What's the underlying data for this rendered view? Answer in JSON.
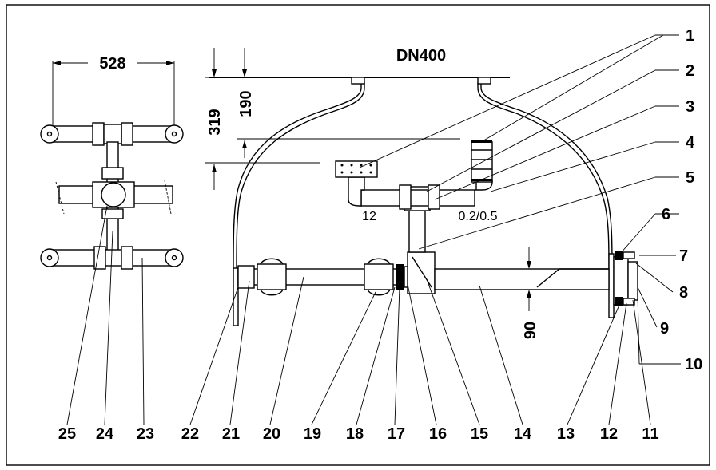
{
  "title": "DN400",
  "dimensions": {
    "width_top": "528",
    "height_total": "319",
    "height_upper": "190",
    "depth": "90"
  },
  "annotations": {
    "left_nozzle": "12",
    "right_nozzle": "0.2/0.5"
  },
  "right_callouts": [
    "1",
    "2",
    "3",
    "4",
    "5",
    "6",
    "7",
    "8",
    "9",
    "10"
  ],
  "bottom_callouts": [
    "25",
    "24",
    "23",
    "22",
    "21",
    "20",
    "19",
    "18",
    "17",
    "16",
    "15",
    "14",
    "13",
    "12",
    "11"
  ]
}
